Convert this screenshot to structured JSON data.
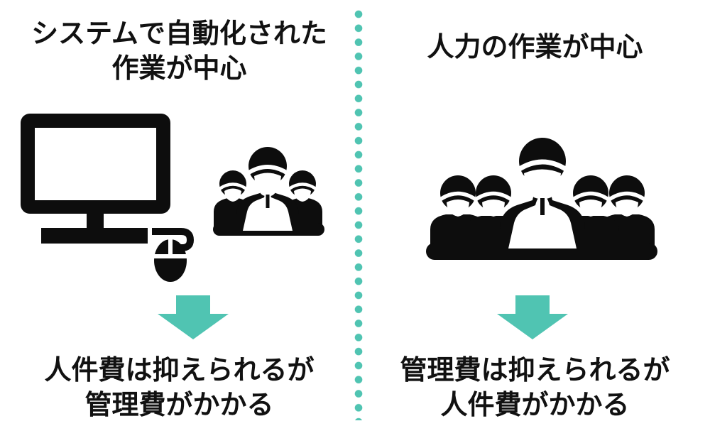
{
  "colors": {
    "accent_teal": "#50C4B2",
    "icon_black": "#0d0d0d",
    "text_black": "#111111",
    "page_bg": "#ffffff"
  },
  "divider": {
    "style": "vertical-dotted-line",
    "dot_count": 29,
    "color": "#50C4B2"
  },
  "left_panel": {
    "title_line1": "システムで自動化された",
    "title_line2": "作業が中心",
    "icons": [
      "computer-and-mouse-icon",
      "worker-group-3-icon"
    ],
    "arrow": "down",
    "arrow_color": "#50C4B2",
    "result_line1": "人件費は抑えられるが",
    "result_line2": "管理費がかかる"
  },
  "right_panel": {
    "title_line1": "人力の作業が中心",
    "icons": [
      "worker-group-5-icon"
    ],
    "arrow": "down",
    "arrow_color": "#50C4B2",
    "result_line1": "管理費は抑えられるが",
    "result_line2": "人件費がかかる"
  }
}
